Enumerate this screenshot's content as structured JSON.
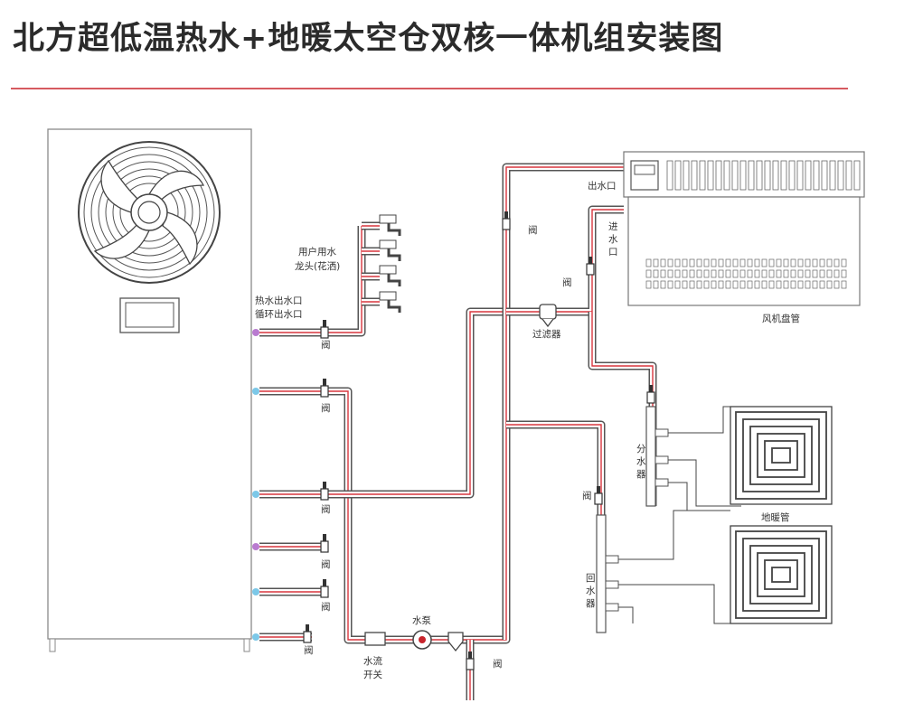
{
  "title": "北方超低温热水+地暖太空仓双核一体机组安装图",
  "colors": {
    "accent_line": "#c8242c",
    "pipe_core": "#d9363e",
    "pipe_outline": "#555555",
    "hot_port": "#b97bd0",
    "cold_port": "#7cc8e8"
  },
  "labels": {
    "faucet_label_line1": "用户用水",
    "faucet_label_line2": "龙头(花洒)",
    "hot_outlet_line1": "热水出水口",
    "hot_outlet_line2": "循环出水口",
    "valve": "阀",
    "filter": "过滤器",
    "water_outlet": "出水口",
    "water_inlet_chars": [
      "进",
      "水",
      "口"
    ],
    "fan_coil": "风机盘管",
    "distributor_chars": [
      "分",
      "水",
      "器"
    ],
    "return_chars": [
      "回",
      "水",
      "器"
    ],
    "floor_heating": "地暖管",
    "pump": "水泵",
    "flow_switch_line1": "水流",
    "flow_switch_line2": "开关"
  }
}
